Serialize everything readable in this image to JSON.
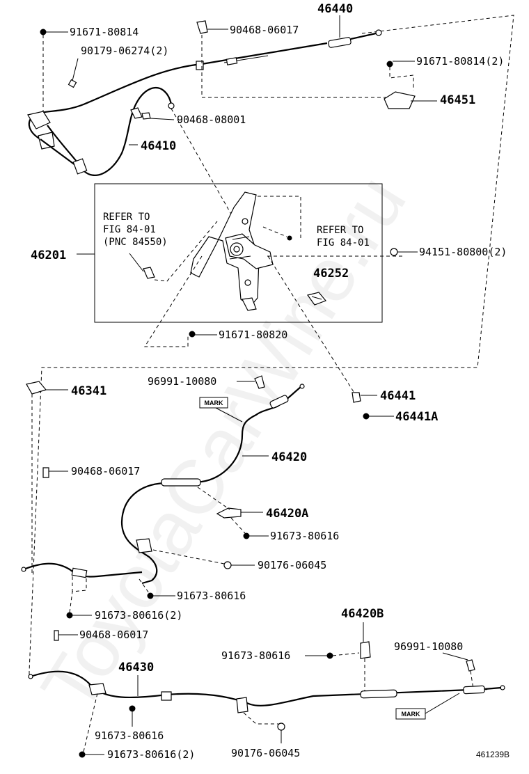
{
  "labels": {
    "p46440": "46440",
    "p91671_80814_a": "91671-80814",
    "p90468_06017_a": "90468-06017",
    "p90179_06274": "90179-06274(2)",
    "p91671_80814_b": "91671-80814(2)",
    "p46451": "46451",
    "p90468_08001": "90468-08001",
    "p46410": "46410",
    "p46201": "46201",
    "p94151_80800": "94151-80800(2)",
    "p46252": "46252",
    "p91671_80820": "91671-80820",
    "p96991_10080_a": "96991-10080",
    "p46341": "46341",
    "p46441": "46441",
    "p46441A": "46441A",
    "p46420": "46420",
    "p90468_06017_b": "90468-06017",
    "p46420A": "46420A",
    "p91673_80616_a": "91673-80616",
    "p90176_06045_a": "90176-06045",
    "p91673_80616_b": "91673-80616",
    "p91673_80616_c": "91673-80616(2)",
    "p46420B": "46420B",
    "p90468_06017_c": "90468-06017",
    "p96991_10080_b": "96991-10080",
    "p91673_80616_d": "91673-80616",
    "p46430": "46430",
    "p91673_80616_e": "91673-80616",
    "p90176_06045_b": "90176-06045",
    "p91673_80616_f": "91673-80616(2)"
  },
  "refer_left": [
    "REFER TO",
    "FIG 84-01",
    "(PNC 84550)"
  ],
  "refer_right": [
    "REFER TO",
    "FIG 84-01"
  ],
  "mark_label": "MARK",
  "figure_code": "461239B",
  "watermark": "ToyotaCarWine.ru"
}
